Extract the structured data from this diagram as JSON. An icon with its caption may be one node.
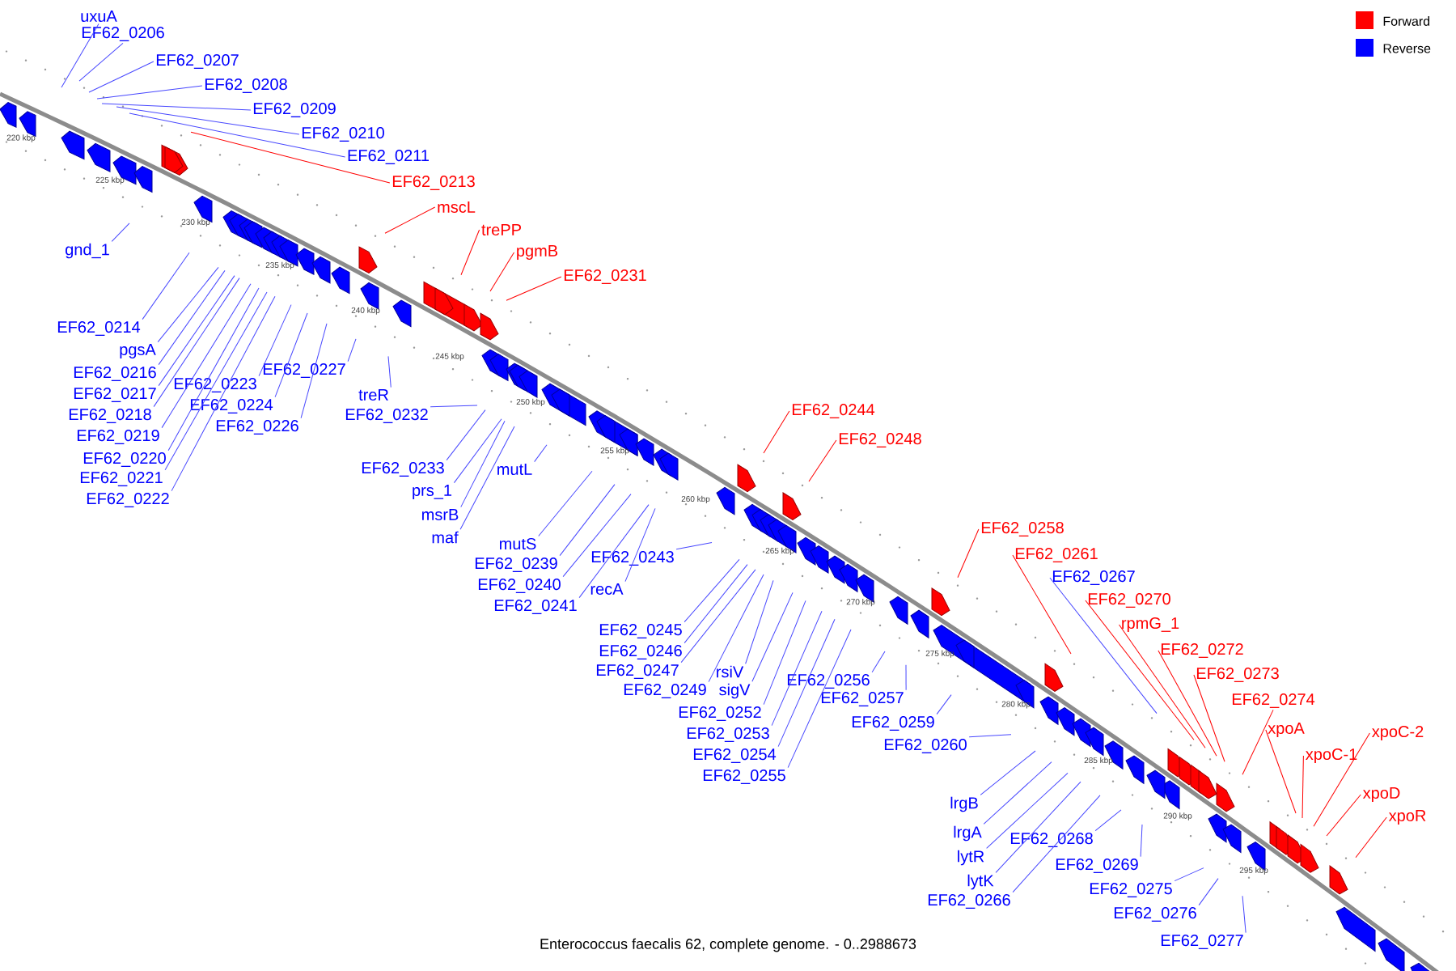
{
  "diagram": {
    "caption": "Enterococcus faecalis 62, complete genome. - 0..2988673",
    "nodes": [
      {
        "text": [
          "uxuA"
        ]
      },
      {
        "text": [
          "EF62_0206"
        ]
      },
      {
        "text": [
          "EF62_0207"
        ]
      },
      {
        "text": [
          "EF62_0208"
        ]
      },
      {
        "text": [
          "EF62_0209"
        ]
      },
      {
        "text": [
          "EF62_0210"
        ]
      },
      {
        "text": [
          "EF62_0211"
        ]
      },
      {
        "text": [
          "EF62_0213"
        ]
      },
      {
        "text": [
          "mscL"
        ]
      },
      {
        "text": [
          "trePP"
        ]
      },
      {
        "text": [
          "pgmB"
        ]
      },
      {
        "text": [
          "EF62_0231"
        ]
      },
      {
        "text": [
          "gnd_1"
        ]
      },
      {
        "text": [
          "EF62_0214"
        ]
      },
      {
        "text": [
          "pgsA"
        ]
      },
      {
        "text": [
          "EF62_0216"
        ]
      },
      {
        "text": [
          "EF62_0217"
        ]
      },
      {
        "text": [
          "EF62_0218"
        ]
      },
      {
        "text": [
          "EF62_0219"
        ]
      },
      {
        "text": [
          "EF62_0220"
        ]
      },
      {
        "text": [
          "EF62_0221"
        ]
      },
      {
        "text": [
          "EF62_0222"
        ]
      },
      {
        "text": [
          "EF62_0223"
        ]
      },
      {
        "text": [
          "EF62_0224"
        ]
      },
      {
        "text": [
          "EF62_0226"
        ]
      },
      {
        "text": [
          "EF62_0227"
        ]
      },
      {
        "text": [
          "treR"
        ]
      },
      {
        "text": [
          "EF62_0232"
        ]
      },
      {
        "text": [
          "EF62_0233"
        ]
      },
      {
        "text": [
          "prs_1"
        ]
      },
      {
        "text": [
          "msrB"
        ]
      },
      {
        "text": [
          "maf"
        ]
      },
      {
        "text": [
          "mutL"
        ]
      },
      {
        "text": [
          "mutS"
        ]
      },
      {
        "text": [
          "EF62_0239"
        ]
      },
      {
        "text": [
          "EF62_0240"
        ]
      },
      {
        "text": [
          "EF62_0241"
        ]
      },
      {
        "text": [
          "recA"
        ]
      },
      {
        "text": [
          "EF62_0243"
        ]
      },
      {
        "text": [
          "EF62_0244"
        ]
      },
      {
        "text": [
          "EF62_0248"
        ]
      },
      {
        "text": [
          "EF62_0245"
        ]
      },
      {
        "text": [
          "EF62_0246"
        ]
      },
      {
        "text": [
          "EF62_0247"
        ]
      },
      {
        "text": [
          "EF62_0249"
        ]
      },
      {
        "text": [
          "rsiV"
        ]
      },
      {
        "text": [
          "sigV"
        ]
      },
      {
        "text": [
          "EF62_0252"
        ]
      },
      {
        "text": [
          "EF62_0253"
        ]
      },
      {
        "text": [
          "EF62_0254"
        ]
      },
      {
        "text": [
          "EF62_0255"
        ]
      },
      {
        "text": [
          "EF62_0256"
        ]
      },
      {
        "text": [
          "EF62_0257"
        ]
      },
      {
        "text": [
          "EF62_0259"
        ]
      },
      {
        "text": [
          "EF62_0260"
        ]
      },
      {
        "text": [
          "EF62_0258"
        ]
      },
      {
        "text": [
          "EF62_0261"
        ]
      },
      {
        "text": [
          "EF62_0267"
        ]
      },
      {
        "text": [
          "EF62_0270"
        ]
      },
      {
        "text": [
          "rpmG_1"
        ]
      },
      {
        "text": [
          "EF62_0272"
        ]
      },
      {
        "text": [
          "EF62_0273"
        ]
      },
      {
        "text": [
          "EF62_0274"
        ]
      },
      {
        "text": [
          "xpoA"
        ]
      },
      {
        "text": [
          "xpoC-1"
        ]
      },
      {
        "text": [
          "xpoC-2"
        ]
      },
      {
        "text": [
          "xpoD"
        ]
      },
      {
        "text": [
          "xpoR"
        ]
      },
      {
        "text": [
          "lrgB"
        ]
      },
      {
        "text": [
          "lrgA"
        ]
      },
      {
        "text": [
          "lytR"
        ]
      },
      {
        "text": [
          "lytK"
        ]
      },
      {
        "text": [
          "EF62_0266"
        ]
      },
      {
        "text": [
          "EF62_0268"
        ]
      },
      {
        "text": [
          "EF62_0269"
        ]
      },
      {
        "text": [
          "EF62_0275"
        ]
      },
      {
        "text": [
          "EF62_0276"
        ]
      },
      {
        "text": [
          "EF62_0277"
        ]
      }
    ],
    "edges": [
      {
        "from": 0,
        "to": null,
        "arrow": "none"
      },
      {
        "from": 1,
        "to": null,
        "arrow": "none"
      },
      {
        "from": 2,
        "to": null,
        "arrow": "none"
      },
      {
        "from": 3,
        "to": null,
        "arrow": "none"
      },
      {
        "from": 4,
        "to": null,
        "arrow": "none"
      },
      {
        "from": 5,
        "to": null,
        "arrow": "none"
      },
      {
        "from": 6,
        "to": null,
        "arrow": "none"
      },
      {
        "from": 7,
        "to": null,
        "arrow": "none",
        "color": "#ff0000"
      },
      {
        "from": 8,
        "to": null,
        "arrow": "none",
        "color": "#ff0000"
      },
      {
        "from": 9,
        "to": null,
        "arrow": "none",
        "color": "#ff0000"
      },
      {
        "from": 10,
        "to": null,
        "arrow": "none",
        "color": "#ff0000"
      },
      {
        "from": 11,
        "to": null,
        "arrow": "none",
        "color": "#ff0000"
      },
      {
        "from": 12,
        "to": null,
        "arrow": "none"
      },
      {
        "from": 13,
        "to": null,
        "arrow": "none"
      },
      {
        "from": 14,
        "to": null,
        "arrow": "none"
      },
      {
        "from": 15,
        "to": null,
        "arrow": "none"
      },
      {
        "from": 16,
        "to": null,
        "arrow": "none"
      },
      {
        "from": 17,
        "to": null,
        "arrow": "none"
      },
      {
        "from": 18,
        "to": null,
        "arrow": "none"
      },
      {
        "from": 19,
        "to": null,
        "arrow": "none"
      },
      {
        "from": 20,
        "to": null,
        "arrow": "none"
      },
      {
        "from": 21,
        "to": null,
        "arrow": "none"
      },
      {
        "from": 22,
        "to": null,
        "arrow": "none"
      },
      {
        "from": 23,
        "to": null,
        "arrow": "none"
      },
      {
        "from": 24,
        "to": null,
        "arrow": "none"
      },
      {
        "from": 25,
        "to": null,
        "arrow": "none"
      },
      {
        "from": 26,
        "to": null,
        "arrow": "none"
      },
      {
        "from": 27,
        "to": null,
        "arrow": "none"
      },
      {
        "from": 28,
        "to": null,
        "arrow": "none"
      },
      {
        "from": 29,
        "to": null,
        "arrow": "none"
      },
      {
        "from": 30,
        "to": null,
        "arrow": "none"
      },
      {
        "from": 31,
        "to": null,
        "arrow": "none"
      },
      {
        "from": 32,
        "to": null,
        "arrow": "none"
      },
      {
        "from": 33,
        "to": null,
        "arrow": "none"
      },
      {
        "from": 34,
        "to": null,
        "arrow": "none"
      },
      {
        "from": 35,
        "to": null,
        "arrow": "none"
      },
      {
        "from": 36,
        "to": null,
        "arrow": "none"
      },
      {
        "from": 37,
        "to": null,
        "arrow": "none"
      },
      {
        "from": 38,
        "to": null,
        "arrow": "none"
      },
      {
        "from": 39,
        "to": null,
        "arrow": "none",
        "color": "#ff0000"
      },
      {
        "from": 40,
        "to": null,
        "arrow": "none",
        "color": "#ff0000"
      },
      {
        "from": 41,
        "to": null,
        "arrow": "none"
      },
      {
        "from": 42,
        "to": null,
        "arrow": "none"
      },
      {
        "from": 43,
        "to": null,
        "arrow": "none"
      },
      {
        "from": 44,
        "to": null,
        "arrow": "none"
      },
      {
        "from": 45,
        "to": null,
        "arrow": "none"
      },
      {
        "from": 46,
        "to": null,
        "arrow": "none"
      },
      {
        "from": 47,
        "to": null,
        "arrow": "none"
      },
      {
        "from": 48,
        "to": null,
        "arrow": "none"
      },
      {
        "from": 49,
        "to": null,
        "arrow": "none"
      },
      {
        "from": 50,
        "to": null,
        "arrow": "none"
      },
      {
        "from": 51,
        "to": null,
        "arrow": "none"
      },
      {
        "from": 52,
        "to": null,
        "arrow": "none"
      },
      {
        "from": 53,
        "to": null,
        "arrow": "none"
      },
      {
        "from": 54,
        "to": null,
        "arrow": "none"
      },
      {
        "from": 55,
        "to": null,
        "arrow": "none",
        "color": "#ff0000"
      },
      {
        "from": 56,
        "to": null,
        "arrow": "none",
        "color": "#ff0000"
      },
      {
        "from": 57,
        "to": null,
        "arrow": "none"
      },
      {
        "from": 58,
        "to": null,
        "arrow": "none",
        "color": "#ff0000"
      },
      {
        "from": 59,
        "to": null,
        "arrow": "none",
        "color": "#ff0000"
      },
      {
        "from": 60,
        "to": null,
        "arrow": "none",
        "color": "#ff0000"
      },
      {
        "from": 61,
        "to": null,
        "arrow": "none",
        "color": "#ff0000"
      },
      {
        "from": 62,
        "to": null,
        "arrow": "none",
        "color": "#ff0000"
      },
      {
        "from": 63,
        "to": null,
        "arrow": "none",
        "color": "#ff0000"
      },
      {
        "from": 64,
        "to": null,
        "arrow": "none",
        "color": "#ff0000"
      },
      {
        "from": 65,
        "to": null,
        "arrow": "none",
        "color": "#ff0000"
      },
      {
        "from": 66,
        "to": null,
        "arrow": "none",
        "color": "#ff0000"
      },
      {
        "from": 67,
        "to": null,
        "arrow": "none",
        "color": "#ff0000"
      },
      {
        "from": 68,
        "to": null,
        "arrow": "none"
      },
      {
        "from": 69,
        "to": null,
        "arrow": "none"
      },
      {
        "from": 70,
        "to": null,
        "arrow": "none"
      },
      {
        "from": 71,
        "to": null,
        "arrow": "none"
      },
      {
        "from": 72,
        "to": null,
        "arrow": "none"
      },
      {
        "from": 73,
        "to": null,
        "arrow": "none"
      },
      {
        "from": 74,
        "to": null,
        "arrow": "none"
      },
      {
        "from": 75,
        "to": null,
        "arrow": "none"
      },
      {
        "from": 76,
        "to": null,
        "arrow": "none"
      },
      {
        "from": 77,
        "to": null,
        "arrow": "none"
      }
    ],
    "labels": [
      "220 kbp",
      "225 kbp",
      "230 kbp",
      "235 kbp",
      "240 kbp",
      "245 kbp",
      "250 kbp",
      "255 kbp",
      "260 kbp",
      "265 kbp",
      "270 kbp",
      "275 kbp",
      "280 kbp",
      "285 kbp",
      "290 kbp",
      "295 kbp"
    ],
    "legend": [
      {
        "text": "Forward",
        "color": "#ff0000"
      },
      {
        "text": "Reverse",
        "color": "#0000ff"
      }
    ]
  }
}
